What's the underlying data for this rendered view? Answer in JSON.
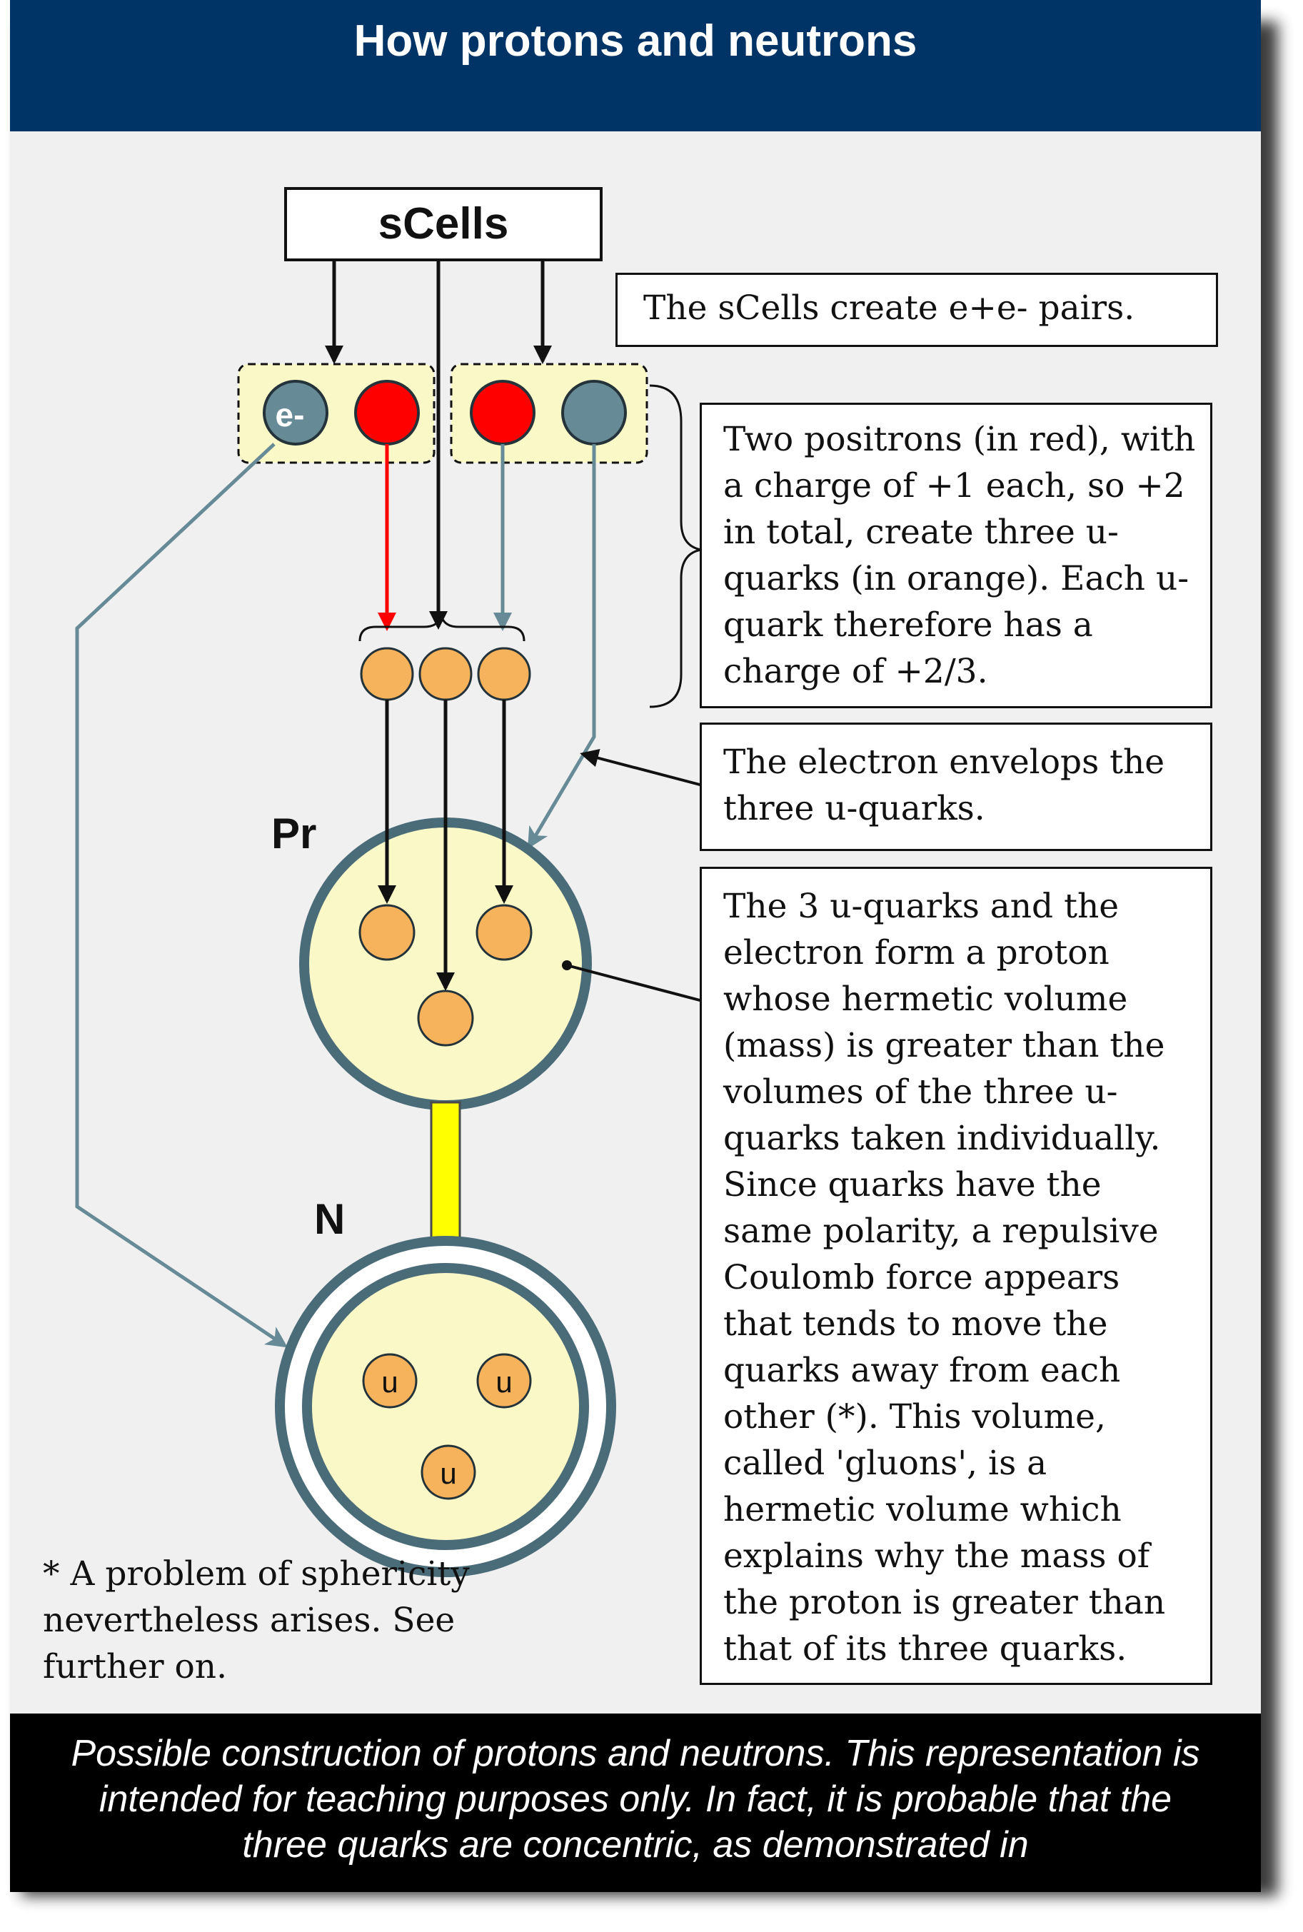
{
  "header": {
    "title": "How protons and neutrons"
  },
  "diagram": {
    "scells_label": "sCells",
    "electron_label": "e-",
    "proton_label": "Pr",
    "neutron_label": "N",
    "neutron_quark_label": "u",
    "note_pairs": "The sCells create e+e- pairs.",
    "note_positrons": "Two positrons (in red), with a charge of +1 each, so +2 in total, create three u-quarks (in orange). Each u-quark therefore has a charge of +2/3.",
    "note_envelope": "The electron envelops the three u-quarks.",
    "note_proton": "The 3 u-quarks and the electron form a proton whose hermetic volume (mass) is greater than the volumes of the three u-quarks taken individually. Since quarks have the same polarity, a repulsive Coulomb force appears that tends to move the quarks away from each other (*). This volume, called 'gluons', is a hermetic volume which explains why the mass of the proton is greater than that of its three quarks.",
    "footnote": "* A problem of sphericity nevertheless arises. See further on."
  },
  "footer": {
    "caption": "Possible construction of protons and neutrons. This representation is intended for teaching purposes only. In fact, it is probable that the three quarks are concentric, as demonstrated in"
  },
  "colors": {
    "header_bg": "#003366",
    "positron_red": "#ff0000",
    "electron_gray": "#668a96",
    "quark_orange": "#f7b35c",
    "nucleon_fill": "#fbf8c8",
    "nucleon_ring": "#4a6b78",
    "transform_arrow": "#ffff00"
  }
}
